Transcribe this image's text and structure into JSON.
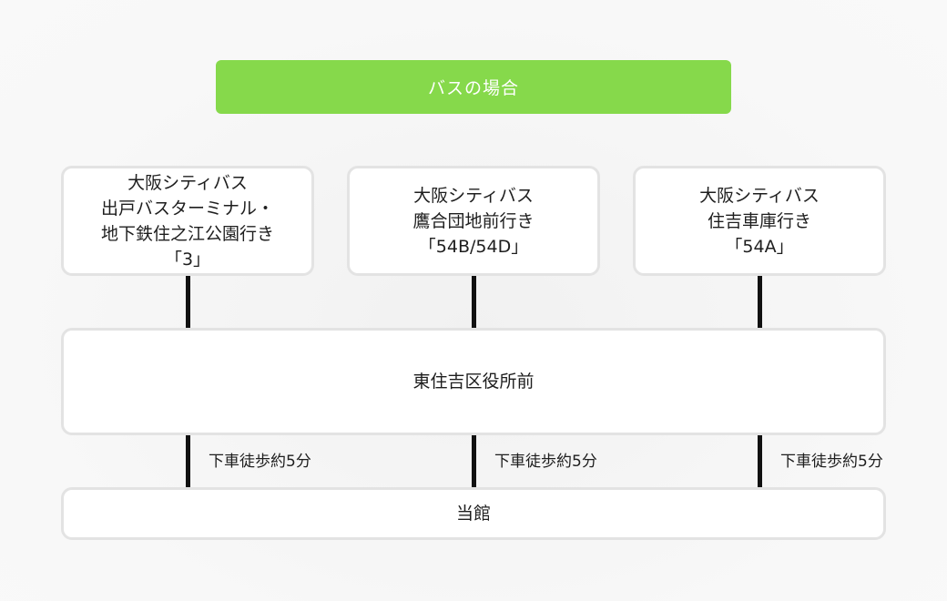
{
  "header": {
    "title": "バスの場合",
    "color": "#86d94b"
  },
  "routes": [
    {
      "lines": [
        "大阪シティバス",
        "出戸バスターミナル・",
        "地下鉄住之江公園行き",
        "「3」"
      ]
    },
    {
      "lines": [
        "大阪シティバス",
        "鷹合団地前行き",
        "「54B/54D」"
      ]
    },
    {
      "lines": [
        "大阪シティバス",
        "住吉車庫行き",
        "「54A」"
      ]
    }
  ],
  "stop": {
    "name": "東住吉区役所前"
  },
  "walk": {
    "label": "下車徒歩約5分"
  },
  "destination": {
    "name": "当館"
  }
}
